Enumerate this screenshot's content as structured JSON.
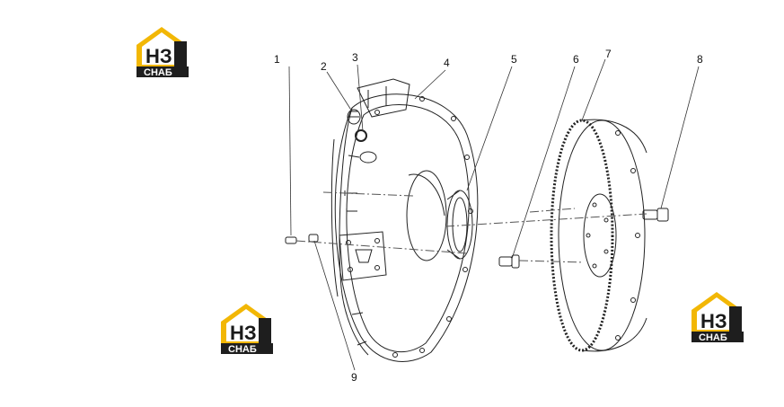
{
  "logo": {
    "mark": "НЗ",
    "word": "СНАБ",
    "accent": "#f2b705",
    "dark": "#1e1e1e"
  },
  "callouts": [
    {
      "id": "1",
      "label": "1"
    },
    {
      "id": "2",
      "label": "2"
    },
    {
      "id": "3",
      "label": "3"
    },
    {
      "id": "4",
      "label": "4"
    },
    {
      "id": "5",
      "label": "5"
    },
    {
      "id": "6",
      "label": "6"
    },
    {
      "id": "7",
      "label": "7"
    },
    {
      "id": "8",
      "label": "8"
    },
    {
      "id": "9",
      "label": "9"
    }
  ]
}
